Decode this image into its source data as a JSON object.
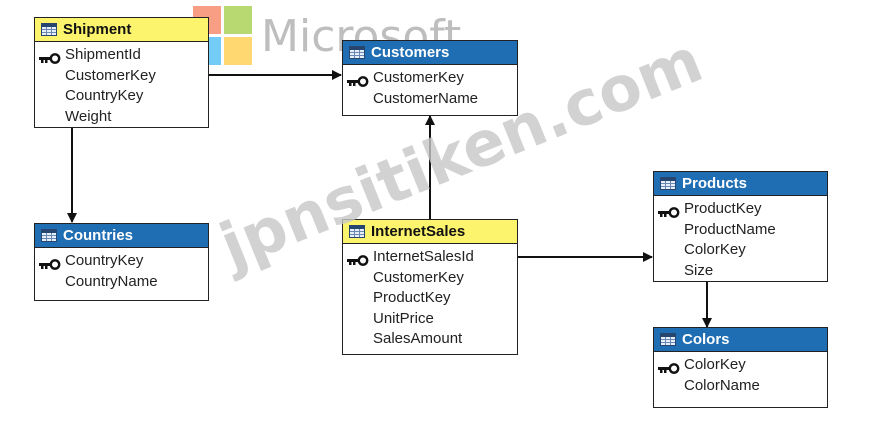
{
  "watermark": {
    "brand": "Microsoft",
    "site": "jpnsitiken.com",
    "squares": [
      "#f25022",
      "#7fba00",
      "#00a4ef",
      "#ffb900"
    ]
  },
  "colors": {
    "header_blue": "#1f6db2",
    "header_yellow": "#fbf46c"
  },
  "tables": {
    "shipment": {
      "name": "Shipment",
      "fields": [
        {
          "name": "ShipmentId",
          "key": true
        },
        {
          "name": "CustomerKey",
          "key": false
        },
        {
          "name": "CountryKey",
          "key": false
        },
        {
          "name": "Weight",
          "key": false
        }
      ]
    },
    "customers": {
      "name": "Customers",
      "fields": [
        {
          "name": "CustomerKey",
          "key": true
        },
        {
          "name": "CustomerName",
          "key": false
        }
      ]
    },
    "countries": {
      "name": "Countries",
      "fields": [
        {
          "name": "CountryKey",
          "key": true
        },
        {
          "name": "CountryName",
          "key": false
        }
      ]
    },
    "internetsales": {
      "name": "InternetSales",
      "fields": [
        {
          "name": "InternetSalesId",
          "key": true
        },
        {
          "name": "CustomerKey",
          "key": false
        },
        {
          "name": "ProductKey",
          "key": false
        },
        {
          "name": "UnitPrice",
          "key": false
        },
        {
          "name": "SalesAmount",
          "key": false
        }
      ]
    },
    "products": {
      "name": "Products",
      "fields": [
        {
          "name": "ProductKey",
          "key": true
        },
        {
          "name": "ProductName",
          "key": false
        },
        {
          "name": "ColorKey",
          "key": false
        },
        {
          "name": "Size",
          "key": false
        }
      ]
    },
    "colors": {
      "name": "Colors",
      "fields": [
        {
          "name": "ColorKey",
          "key": true
        },
        {
          "name": "ColorName",
          "key": false
        }
      ]
    }
  }
}
